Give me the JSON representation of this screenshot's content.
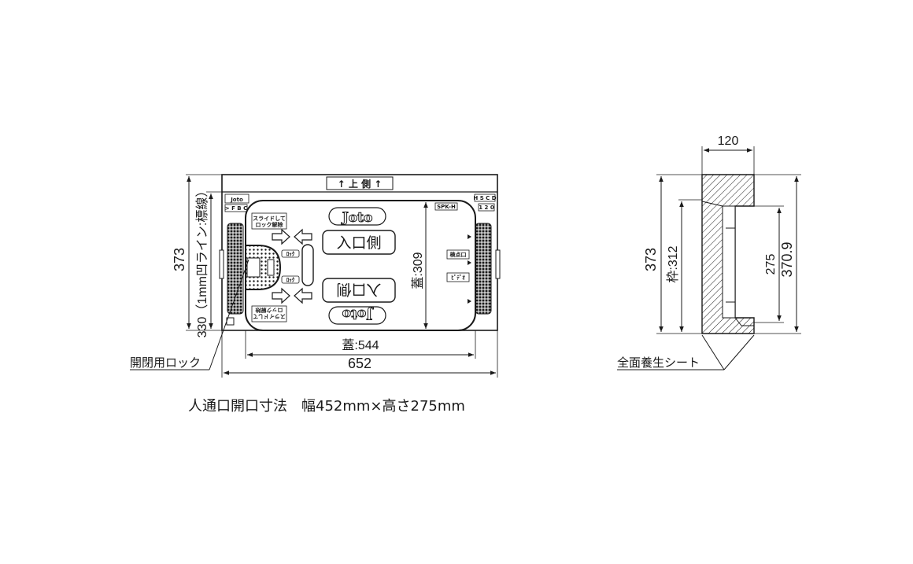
{
  "front_view": {
    "top_label": "↑ 上 側 ↑",
    "logo": "Joto",
    "inlet_label": "入口側",
    "slide_lock_line1": "スライドして",
    "slide_lock_line2": "ロック解除",
    "tag_left_top": "ﾛｯｸ",
    "tag_left_mid": "ﾛｯｸ",
    "model_code": "SPK-H",
    "top_left_badge": "Joto",
    "top_left_sub": "> F B C",
    "top_right_badge": "H S C D",
    "top_right_sub": "1 2 0",
    "right_tag_1": "検点口",
    "right_tag_2": "ﾋﾞﾃﾞｵ",
    "dims": {
      "height_outer": "373",
      "height_inner": "330（1mm凹ライン:標線）",
      "lid_height": "蓋:309",
      "lid_width": "蓋:544",
      "total_width": "652"
    },
    "callout": "開閉用ロック"
  },
  "side_view": {
    "dims": {
      "width": "120",
      "height_outer": "373",
      "frame": "枠:312",
      "opening": "275",
      "inner": "370.9"
    },
    "callout": "全面養生シート"
  },
  "caption": "人通口開口寸法　幅452mm×高さ275mm"
}
